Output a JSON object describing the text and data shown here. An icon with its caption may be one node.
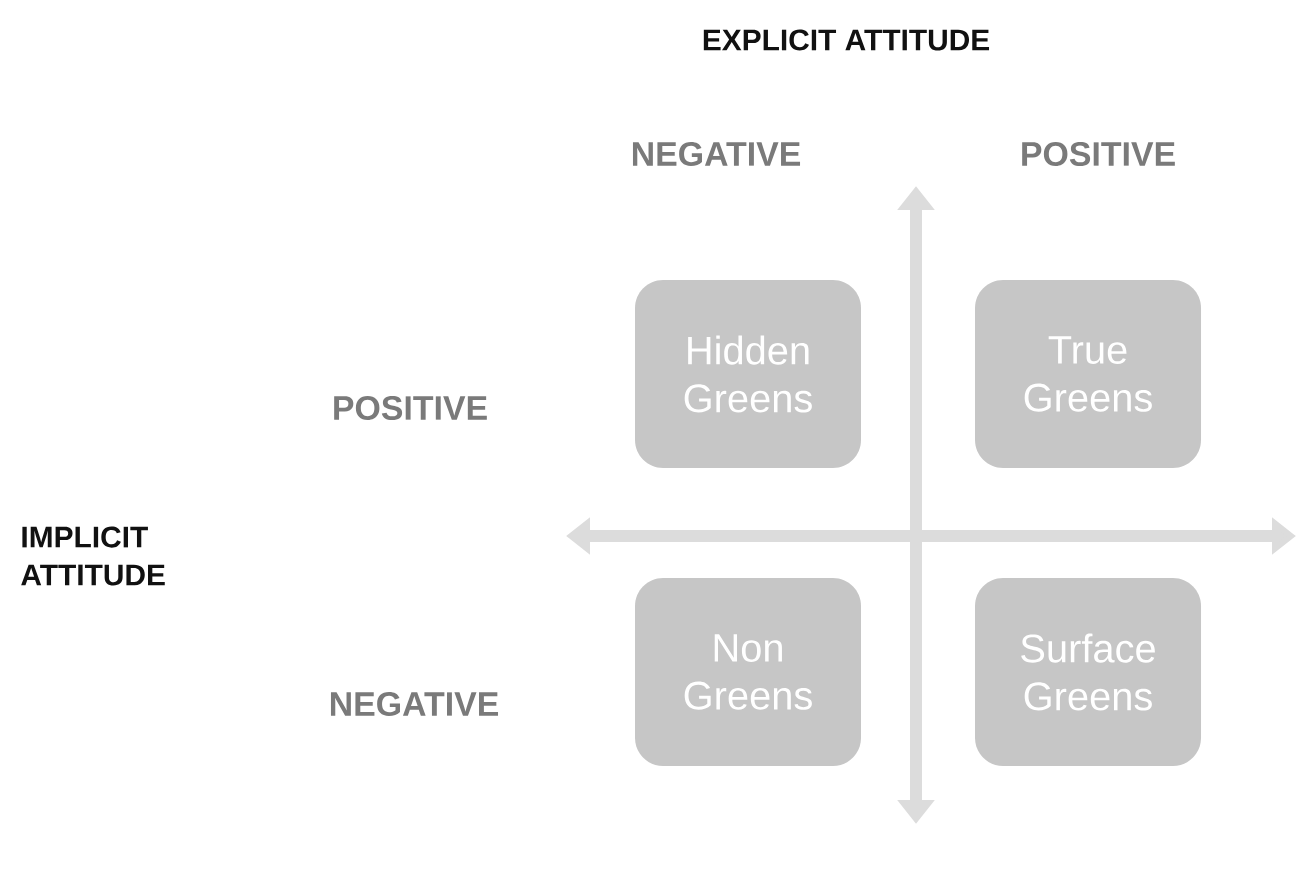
{
  "diagram": {
    "nodes": [
      {
        "text": [
          "Hidden Greens"
        ]
      },
      {
        "text": [
          "True Greens"
        ]
      },
      {
        "text": [
          "Non Greens"
        ]
      },
      {
        "text": [
          "Surface Greens"
        ]
      }
    ],
    "labels": [
      "EXPLICIT ATTITUDE",
      "NEGATIVE",
      "POSITIVE",
      "POSITIVE",
      "IMPLICIT ATTITUDE",
      "NEGATIVE"
    ]
  }
}
